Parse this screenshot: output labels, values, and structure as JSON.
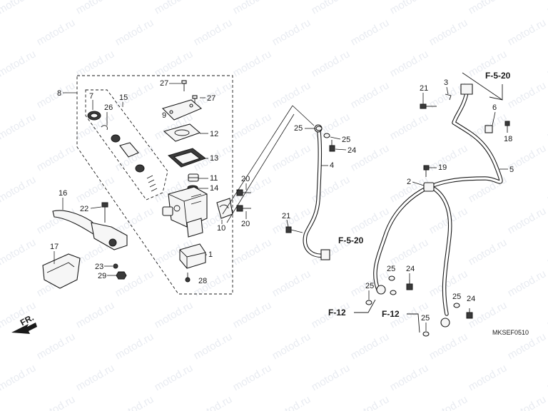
{
  "watermark": "motod.ru",
  "diagram_code": "MKSEF0510",
  "direction_label": "FR.",
  "refs": {
    "f520_top": "F-5-20",
    "f520_mid": "F-5-20",
    "f12_left": "F-12",
    "f12_right": "F-12"
  },
  "callouts": {
    "c1": "1",
    "c2": "2",
    "c3": "3",
    "c4": "4",
    "c5": "5",
    "c6": "6",
    "c7": "7",
    "c8": "8",
    "c9": "9",
    "c10": "10",
    "c11": "11",
    "c12": "12",
    "c13": "13",
    "c14": "14",
    "c15": "15",
    "c16": "16",
    "c17": "17",
    "c18": "18",
    "c19": "19",
    "c20a": "20",
    "c20b": "20",
    "c21a": "21",
    "c21b": "21",
    "c22": "22",
    "c23": "23",
    "c24a": "24",
    "c24b": "24",
    "c24c": "24",
    "c25a": "25",
    "c25b": "25",
    "c25c": "25",
    "c25d": "25",
    "c25e": "25",
    "c26": "26",
    "c27a": "27",
    "c27b": "27",
    "c28": "28",
    "c29": "29"
  }
}
